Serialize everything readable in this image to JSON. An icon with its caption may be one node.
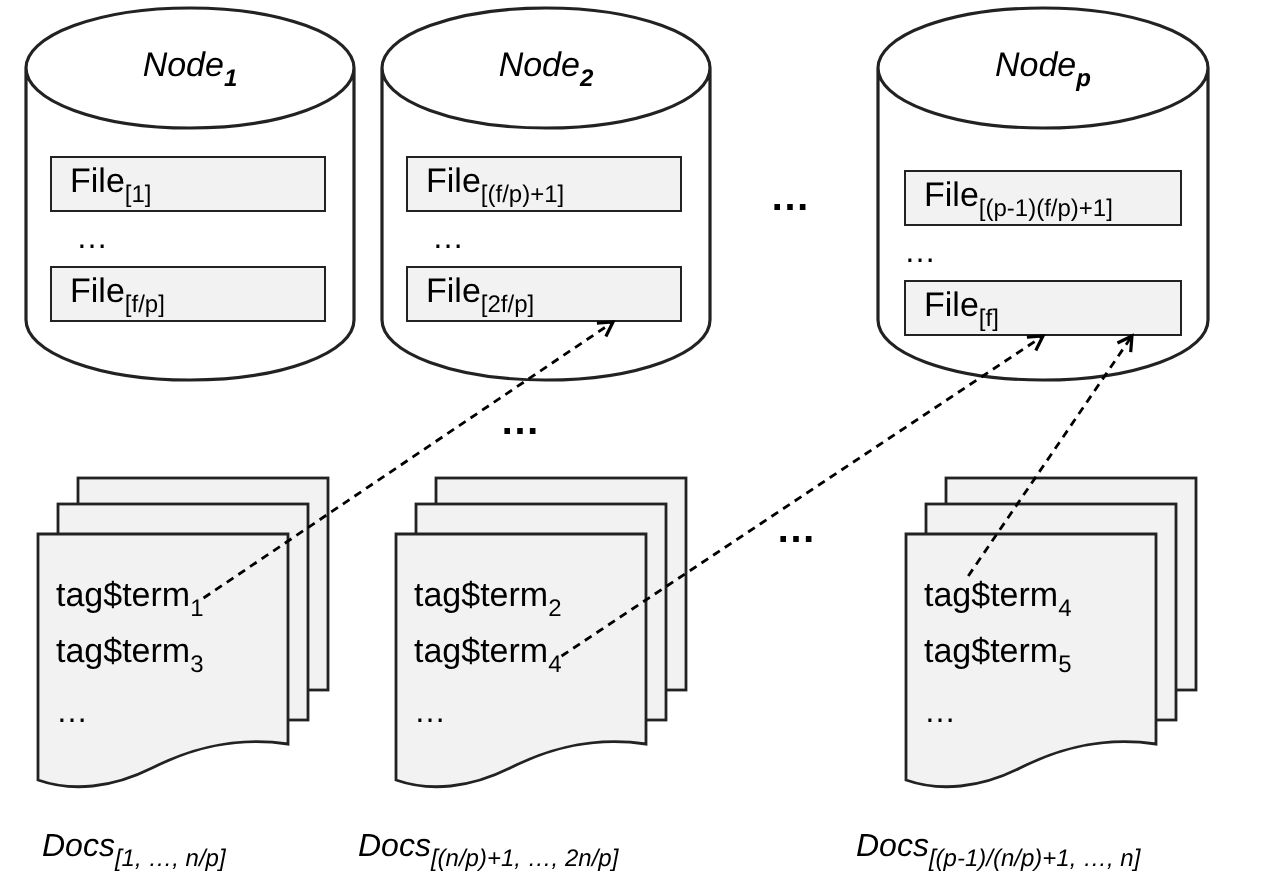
{
  "diagram": {
    "nodes": [
      {
        "text": [
          "Node$_{1}$",
          "…"
        ]
      },
      {
        "text": [
          "File$_{[1]}$"
        ],
        "in": 0
      },
      {
        "text": [
          "File$_{[f/p]}$"
        ],
        "in": 0
      },
      {
        "text": [
          "Node$_{2}$",
          "…"
        ]
      },
      {
        "text": [
          "File$_{[(f/p)+1]}$"
        ],
        "in": 3
      },
      {
        "text": [
          "File$_{[2f/p]}$"
        ],
        "in": 3
      },
      {
        "text": [
          "Node$_{p}$",
          "…"
        ]
      },
      {
        "text": [
          "File$_{[(p-1)(f/p)+1]}$"
        ],
        "in": 6
      },
      {
        "text": [
          "File$_{[f]}$"
        ],
        "in": 6
      },
      {
        "text": [
          "…"
        ],
        "beside": [
          "Docs$_{[1, …, n/p]}$"
        ]
      },
      {
        "text": [
          "tag$term$_{1}$"
        ],
        "in": 9
      },
      {
        "text": [
          "tag$term$_{3}$"
        ],
        "in": 9
      },
      {
        "text": [
          "…"
        ],
        "beside": [
          "Docs$_{[(n/p)+1, …, 2n/p]}$"
        ]
      },
      {
        "text": [
          "tag$term$_{2}$"
        ],
        "in": 12
      },
      {
        "text": [
          "tag$term$_{4}$"
        ],
        "in": 12
      },
      {
        "text": [
          "…"
        ],
        "beside": [
          "Docs$_{[(p-1)/(n/p)+1, …, n]}$"
        ]
      },
      {
        "text": [
          "tag$term$_{4}$"
        ],
        "in": 15
      },
      {
        "text": [
          "tag$term$_{5}$"
        ],
        "in": 15
      }
    ],
    "edges": [
      {
        "from": 10,
        "to": 5,
        "arrow": "to",
        "style": "dashed"
      },
      {
        "from": 14,
        "to": 8,
        "arrow": "to",
        "style": "dashed"
      },
      {
        "from": 16,
        "to": 8,
        "arrow": "to",
        "style": "dashed"
      }
    ],
    "labels": [
      "…",
      "…",
      "…"
    ]
  }
}
